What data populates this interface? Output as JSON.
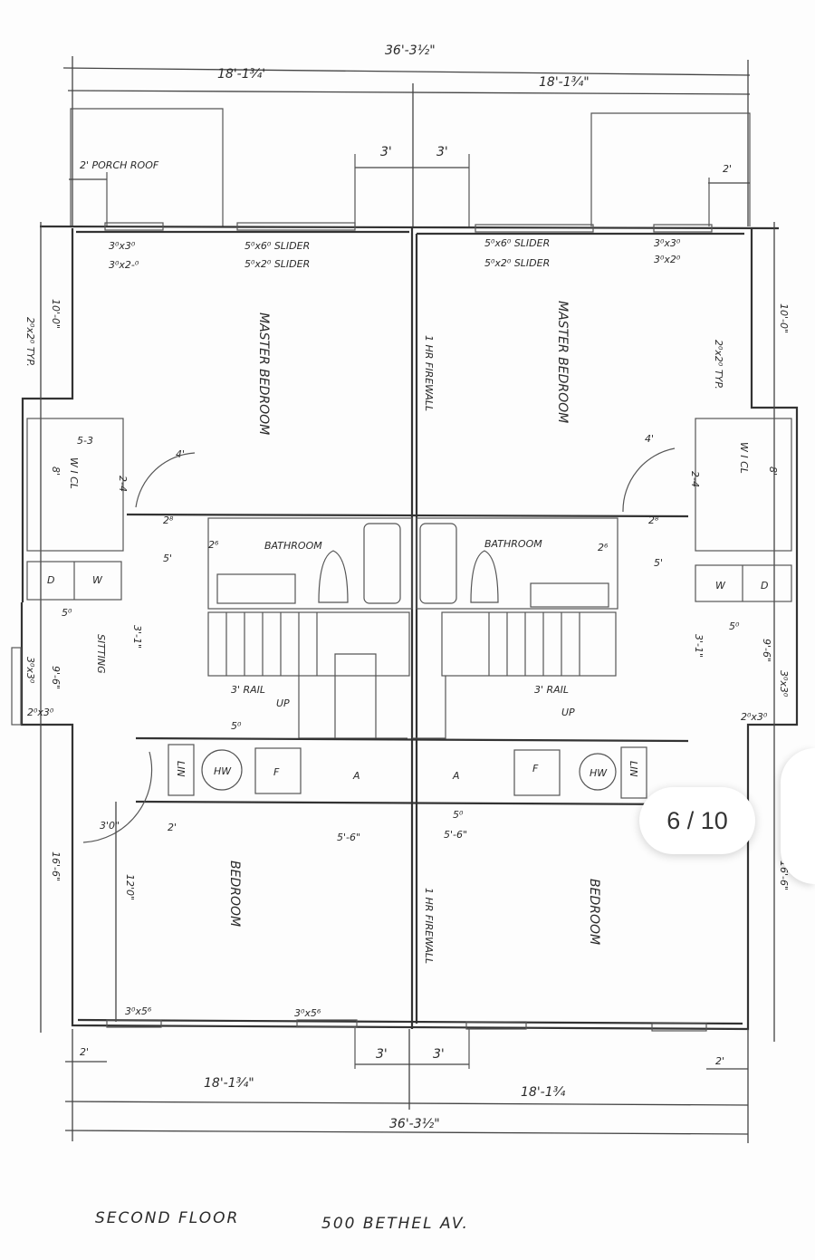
{
  "viewer": {
    "counter": "6 / 10"
  },
  "plan": {
    "overall_top": "36'-3½\"",
    "half_top_left": "18'-1¾'",
    "half_top_right": "18'-1¾\"",
    "porch_roof": "2' PORCH ROOF",
    "dim_2ft": "2'",
    "dim_3ft": "3'",
    "win_left_1": "3⁰x3⁰",
    "win_left_2": "3⁰x2-⁰",
    "slider_left_1": "5⁰x6⁰ SLIDER",
    "slider_left_2": "5⁰x2⁰ SLIDER",
    "slider_right_1": "5⁰x6⁰ SLIDER",
    "slider_right_2": "5⁰x2⁰ SLIDER",
    "win_right_1": "3⁰x3⁰",
    "win_right_2": "3⁰x2⁰",
    "master_bedroom": "MASTER BEDROOM",
    "firewall": "1 HR FIREWALL",
    "ten_ft": "10'-0\"",
    "window_2x2": "2⁰x2⁰ TYP.",
    "closet": "W I CL",
    "eight_ft": "8'",
    "five_three": "5-3",
    "four_ft": "4'",
    "two_four": "2-4",
    "two_eight": "2⁸",
    "two_six": "2⁶",
    "five_ft": "5'",
    "bathroom": "BATHROOM",
    "washer": "W",
    "dryer": "D",
    "sitting": "SITTING",
    "nine_six": "9'-6\"",
    "three_one": "3'-1\"",
    "rail": "3' RAIL",
    "up": "UP",
    "win_3x3": "3⁰x3⁰",
    "win_2x3": "2⁰x3⁰",
    "five_zero": "5⁰",
    "lin": "LIN",
    "hw": "HW",
    "furnace": "F",
    "a_label": "A",
    "three_o": "3'0\"",
    "five_six": "5'-6\"",
    "sixteen_six": "16'-6\"",
    "twelve_o": "12'0\"",
    "bedroom": "BEDROOM",
    "win_bottom_1": "3⁰x5⁶",
    "win_bottom_2": "3⁰x5⁶",
    "half_bottom_left": "18'-1¾\"",
    "half_bottom_right": "18'-1¾",
    "overall_bottom": "36'-3½\"",
    "title": "SECOND FLOOR",
    "address": "500 BETHEL AV."
  }
}
